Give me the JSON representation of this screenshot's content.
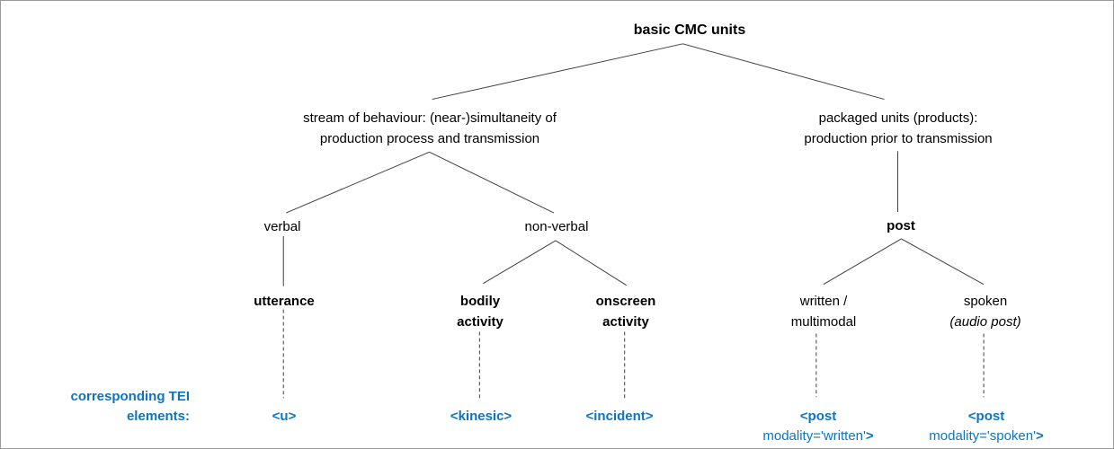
{
  "colors": {
    "accent_blue": "#0d75bf",
    "line": "#3f3f3f"
  },
  "tree": {
    "root": "basic CMC units",
    "stream": {
      "line1": "stream of behaviour: (near-)simultaneity of",
      "line2": "production process and transmission"
    },
    "packaged": {
      "line1": "packaged units (products):",
      "line2": "production prior to transmission"
    },
    "verbal": "verbal",
    "non_verbal": "non-verbal",
    "post": "post",
    "utterance": "utterance",
    "bodily": {
      "line1": "bodily",
      "line2": "activity"
    },
    "onscreen": {
      "line1": "onscreen",
      "line2": "activity"
    },
    "written": {
      "line1": "written /",
      "line2": "multimodal"
    },
    "spoken": {
      "line1": "spoken",
      "line2_italic": "(audio post)"
    }
  },
  "tei": {
    "caption_line1": "corresponding TEI",
    "caption_line2": "elements:",
    "u": "<u>",
    "kinesic": "<kinesic>",
    "incident": "<incident>",
    "post_written": {
      "line1": "<post",
      "line2": "modality='written'",
      "line2_close": ">"
    },
    "post_spoken": {
      "line1": "<post",
      "line2": "modality='spoken'",
      "line2_close": ">"
    }
  }
}
